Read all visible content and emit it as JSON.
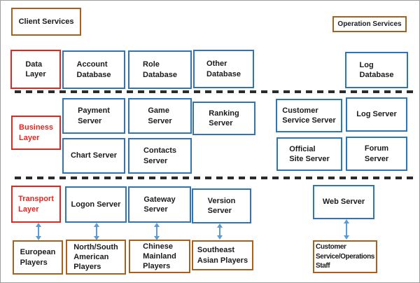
{
  "colors": {
    "box_blue_border": "#2E75B6",
    "box_red_border": "#E8251D",
    "box_brown_border": "#A5621E",
    "layer_label_red": "#E8251D",
    "arrow_blue": "#5B9BD5",
    "divider_dash": "#2B2B2B",
    "text": "#1B1B1B"
  },
  "services": {
    "client": "Client Services",
    "operation": "Operation  Services"
  },
  "data_layer": {
    "label": "Data\nLayer",
    "account_database": "Account\nDatabase",
    "role_database": "Role\nDatabase",
    "other_database": "Other\nDatabase",
    "log_database": "Log\nDatabase"
  },
  "business_layer": {
    "label": "Business\nLayer",
    "payment_server": "Payment\nServer",
    "game_server": "Game\nServer",
    "ranking_server": "Ranking\nServer",
    "chart_server": "Chart Server",
    "contacts_server": "Contacts\nServer",
    "customer_service_server": "Customer\nService Server",
    "log_server": "Log Server",
    "official_site_server": "Official\nSite Server",
    "forum_server": "Forum\nServer"
  },
  "transport_layer": {
    "label": "Transport\nLayer",
    "logon_server": "Logon Server",
    "gateway_server": "Gateway\nServer",
    "version_server": "Version\nServer",
    "web_server": "Web Server"
  },
  "users": {
    "european_players": "European\nPlayers",
    "north_south_american_players": "North/South\nAmerican\nPlayers",
    "chinese_mainland_players": "Chinese\nMainland\nPlayers",
    "southeast_asian_players": "Southeast\nAsian Players",
    "customer_service_operations_staff": "Customer\nService/Operations\nStaff"
  }
}
